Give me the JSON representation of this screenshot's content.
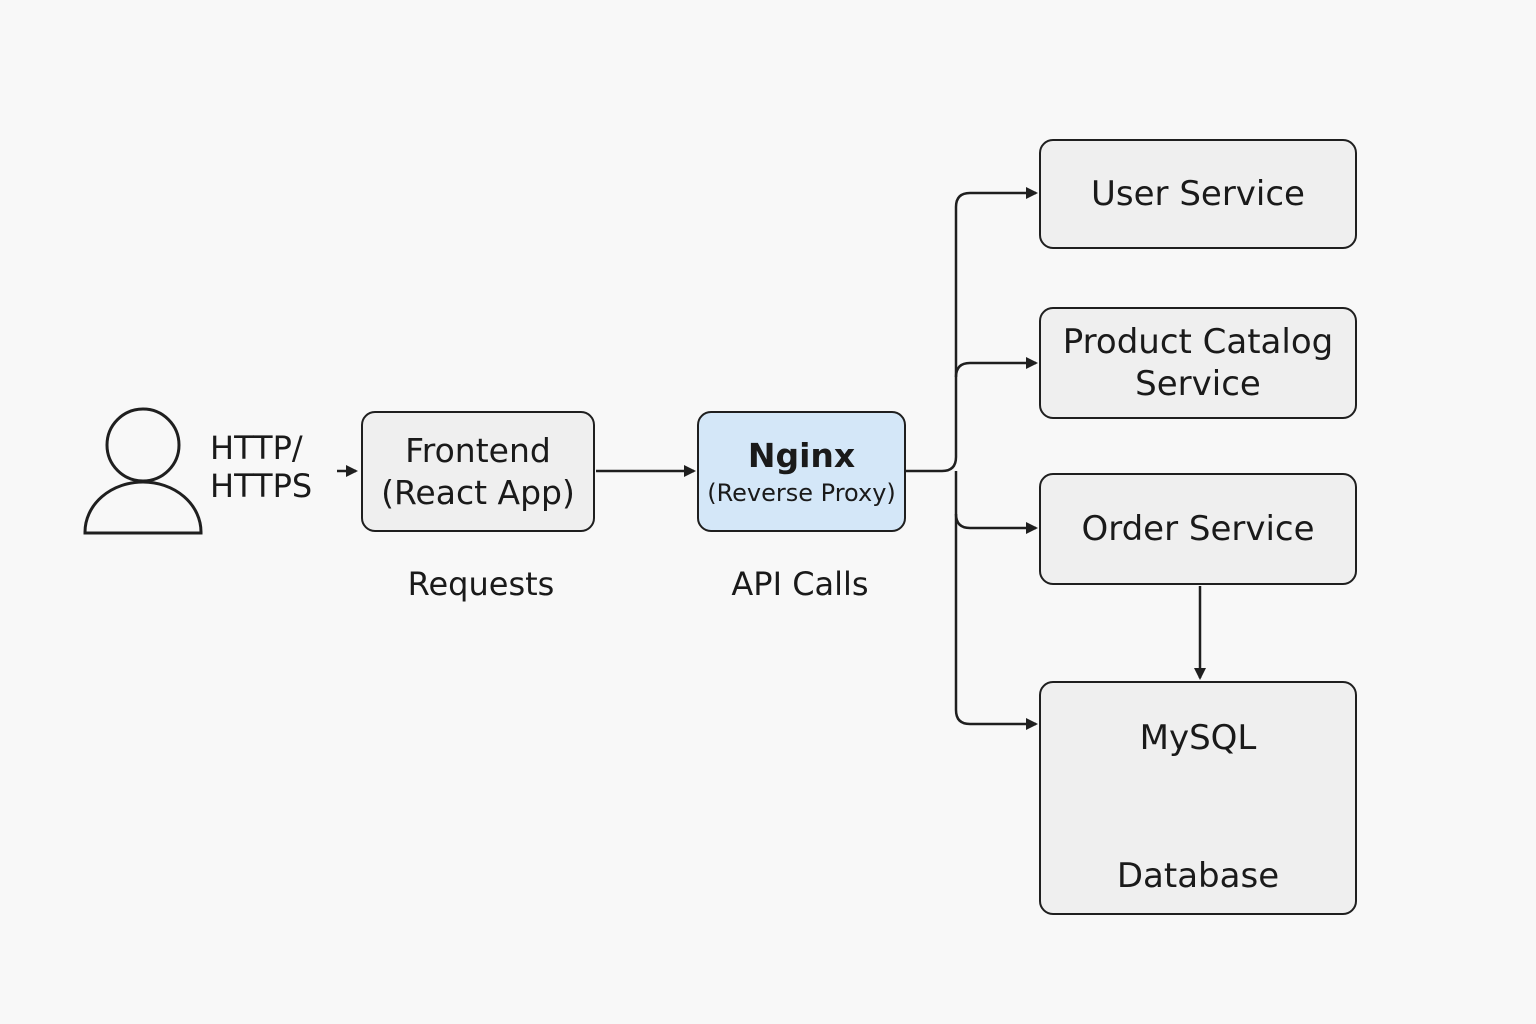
{
  "client": {
    "protocol_line1": "HTTP/",
    "protocol_line2": "HTTPS"
  },
  "frontend": {
    "line1": "Frontend",
    "line2": "(React App)",
    "caption": "Requests"
  },
  "proxy": {
    "title": "Nginx",
    "subtitle": "(Reverse Proxy)",
    "caption": "API Calls",
    "fill_color": "#d4e7f8"
  },
  "services": {
    "user": "User Service",
    "product_line1": "Product Catalog",
    "product_line2": "Service",
    "order": "Order Service"
  },
  "database": {
    "title": "MySQL",
    "label": "Database"
  },
  "colors": {
    "background": "#f8f8f8",
    "box_fill": "#efefef",
    "stroke": "#1f1f1f"
  }
}
